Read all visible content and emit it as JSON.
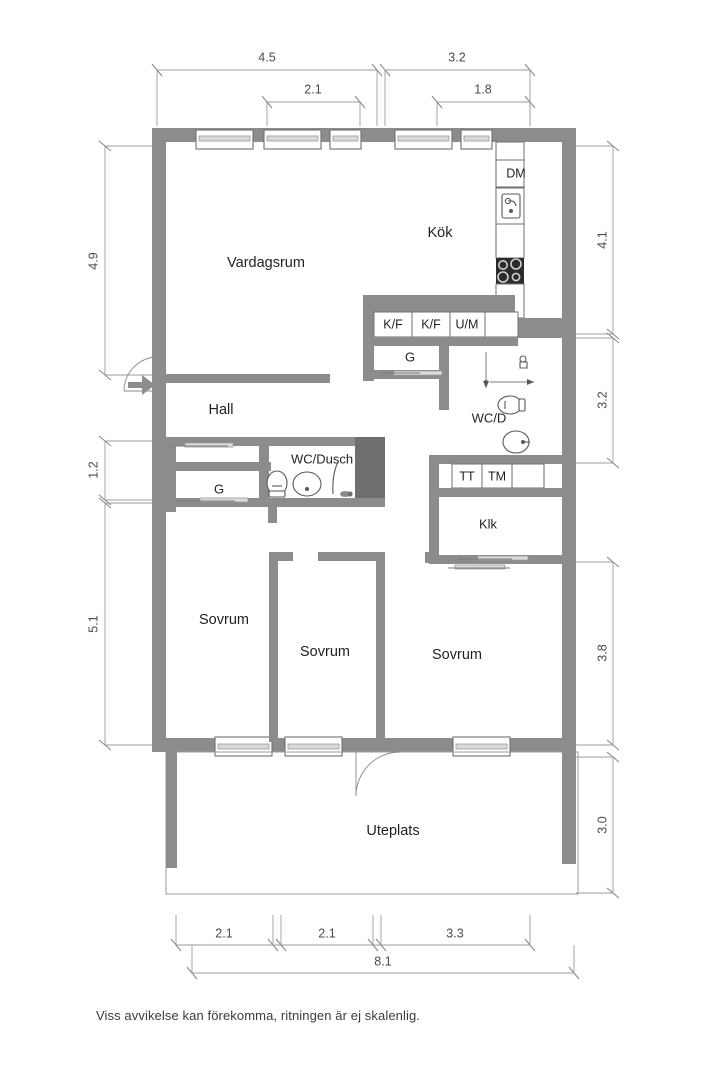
{
  "document": {
    "type": "floor-plan",
    "language": "sv",
    "footer_note": "Viss avvikelse kan förekomma, ritningen är ej skalenlig."
  },
  "rooms": [
    {
      "id": "vardagsrum",
      "label": "Vardagsrum"
    },
    {
      "id": "kok",
      "label": "Kök"
    },
    {
      "id": "hall",
      "label": "Hall"
    },
    {
      "id": "wc-dusch",
      "label": "WC/Dusch"
    },
    {
      "id": "wc-d",
      "label": "WC/D"
    },
    {
      "id": "klk",
      "label": "Klk"
    },
    {
      "id": "sovrum-1",
      "label": "Sovrum"
    },
    {
      "id": "sovrum-2",
      "label": "Sovrum"
    },
    {
      "id": "sovrum-3",
      "label": "Sovrum"
    },
    {
      "id": "uteplats",
      "label": "Uteplats"
    }
  ],
  "appliances": [
    {
      "id": "dm",
      "label": "DM"
    },
    {
      "id": "kf-1",
      "label": "K/F"
    },
    {
      "id": "kf-2",
      "label": "K/F"
    },
    {
      "id": "um",
      "label": "U/M"
    },
    {
      "id": "tt",
      "label": "TT"
    },
    {
      "id": "tm",
      "label": "TM"
    }
  ],
  "closets": [
    {
      "id": "g-hall-upper",
      "label": "G"
    },
    {
      "id": "g-hall-lower",
      "label": "G"
    }
  ],
  "dimensions": {
    "top_outer": [
      {
        "id": "top-4-5",
        "value": "4.5"
      },
      {
        "id": "top-3-2",
        "value": "3.2"
      }
    ],
    "top_inner": [
      {
        "id": "top-2-1",
        "value": "2.1"
      },
      {
        "id": "top-1-8",
        "value": "1.8"
      }
    ],
    "left": [
      {
        "id": "left-4-9",
        "value": "4.9"
      },
      {
        "id": "left-1-2",
        "value": "1.2"
      },
      {
        "id": "left-5-1",
        "value": "5.1"
      }
    ],
    "right": [
      {
        "id": "right-4-1",
        "value": "4.1"
      },
      {
        "id": "right-3-2",
        "value": "3.2"
      },
      {
        "id": "right-3-8",
        "value": "3.8"
      },
      {
        "id": "right-3-0",
        "value": "3.0"
      }
    ],
    "bottom_inner": [
      {
        "id": "bot-2-1-a",
        "value": "2.1"
      },
      {
        "id": "bot-2-1-b",
        "value": "2.1"
      },
      {
        "id": "bot-3-3",
        "value": "3.3"
      }
    ],
    "bottom_total": {
      "id": "bot-8-1",
      "value": "8.1"
    }
  },
  "colors": {
    "wall": "#8c8c8c",
    "wall_dark": "#6f6f6f",
    "interior": "#ffffff",
    "stove": "#2b2b2b",
    "dimension_line": "#9b9b9b",
    "text": "#231f20",
    "background": "#ffffff"
  }
}
